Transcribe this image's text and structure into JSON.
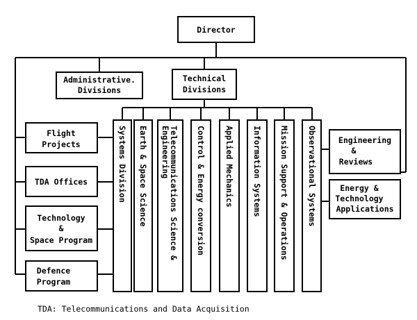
{
  "director": "Director",
  "administrative_divisions": [
    "Administrative.",
    "Divisions"
  ],
  "technical_divisions": [
    "Technical",
    "Divisions"
  ],
  "left_units": {
    "flight_projects": [
      "Flight",
      "Projects"
    ],
    "tda_offices": [
      "TDA Offices"
    ],
    "technology_space_program": [
      "Technology",
      "&",
      "Space Program"
    ],
    "defence_program": [
      "Defence",
      "Program"
    ]
  },
  "divisions": [
    "Systems Division",
    "Earth & Space Science",
    "Telecommunications Science &",
    "Engineering",
    "Control & Energy  conversion",
    "Applied Mechanics",
    "Information Systems",
    "Mission Support & Operations",
    "Observational Systems"
  ],
  "right_units": {
    "engineering_reviews": [
      "Engineering",
      "&",
      "Reviews"
    ],
    "energy_technology_applications": [
      "Energy &",
      "Technology",
      "Applications"
    ]
  },
  "footnote": "TDA: Telecommunications and Data Acquisition"
}
